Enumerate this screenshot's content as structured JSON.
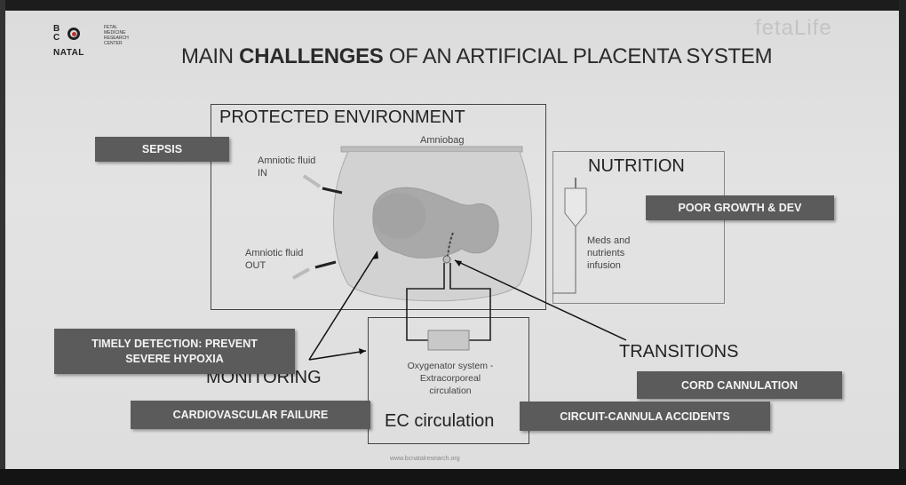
{
  "logo": {
    "letters": "B\nC",
    "natal": "NATAL",
    "small": "FETAL\nMEDICINE\nRESEARCH\nCENTER"
  },
  "brand": "fetaLife",
  "title": {
    "prefix": "MAIN ",
    "bold": "CHALLENGES",
    "suffix": " OF AN ARTIFICIAL PLACENTA SYSTEM"
  },
  "sections": {
    "protected": "PROTECTED ENVIRONMENT",
    "nutrition": "NUTRITION",
    "transitions": "TRANSITIONS",
    "monitoring": "MONITORING",
    "ec_circulation": "EC circulation"
  },
  "diagram_labels": {
    "amniobag": "Amniobag",
    "fluid_in": "Amniotic fluid\nIN",
    "fluid_out": "Amniotic fluid\nOUT",
    "meds": "Meds and\nnutrients\ninfusion",
    "oxygenator": "Oxygenator system -\nExtracorporeal\ncirculation"
  },
  "challenges": {
    "sepsis": "SEPSIS",
    "poor_growth": "POOR GROWTH & DEV",
    "timely_detection": "TIMELY DETECTION: PREVENT\nSEVERE HYPOXIA",
    "cardio_failure": "CARDIOVASCULAR FAILURE",
    "cord_cannulation": "CORD CANNULATION",
    "circuit_accidents": "CIRCUIT-CANNULA ACCIDENTS"
  },
  "footer": "www.bcnatalresearch.org",
  "colors": {
    "label_bg": "#5b5b5b",
    "background": "#e0e0e0",
    "text": "#2a2a2a"
  }
}
